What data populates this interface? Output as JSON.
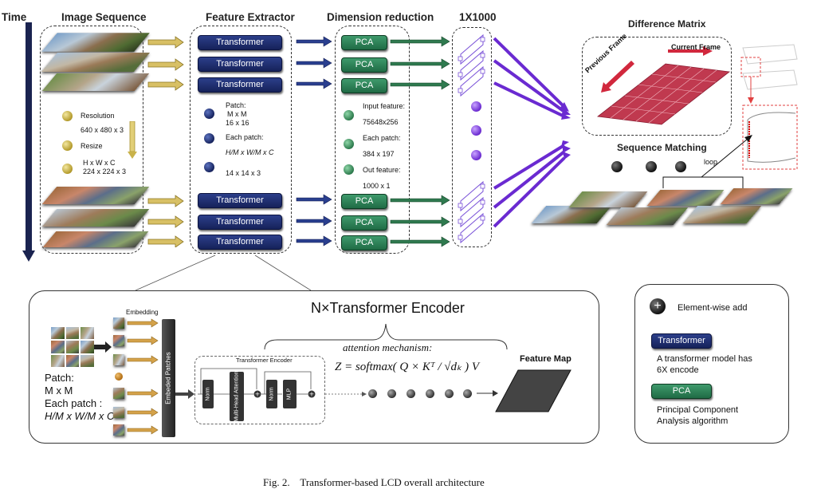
{
  "headers": {
    "time": "Time",
    "image_sequence": "Image Sequence",
    "feature_extractor": "Feature Extractor",
    "dimension_reduction": "Dimension reduction",
    "vector": "1X1000",
    "difference_matrix": "Difference Matrix",
    "sequence_matching": "Sequence Matching"
  },
  "image_seq": {
    "resolution_label": "Resolution",
    "resolution_value": "640 x 480 x 3",
    "resize_label": "Resize",
    "resize_formula": "H  x  W  x C",
    "resize_value": "224 x 224 x 3"
  },
  "extractor": {
    "block_label": "Transformer",
    "patch_label": "Patch:",
    "patch_formula": "M  x  M",
    "patch_value": "16 x 16",
    "each_patch_label": "Each patch:",
    "each_patch_formula": "H/M  x  W/M  x C",
    "each_patch_value": "14 x 14 x 3"
  },
  "reduction": {
    "block_label": "PCA",
    "input_label": "Input feature:",
    "input_value": "75648x256",
    "each_patch_label": "Each patch:",
    "each_patch_value": "384 x 197",
    "out_label": "Out feature:",
    "out_value": "1000 x 1"
  },
  "matrix": {
    "previous_frame": "Previous Frame",
    "current_frame": "Current Frame"
  },
  "matching": {
    "loop_label": "loop"
  },
  "encoder": {
    "title": "N×Transformer Encoder",
    "embedding_label": "Embedding",
    "patch_label": "Patch:",
    "patch_formula": "M  x  M",
    "each_patch_label": "Each patch :",
    "each_patch_formula": "H/M  x  W/M  x C",
    "embedded_patches": "Embeded Patches",
    "transformer_encoder": "Transformer Encoder",
    "norm": "Norm",
    "mha": "Multi-Head Attention",
    "mlp": "MLP",
    "attention_label": "attention mechanism:",
    "attention_formula": "Z = softmax( Q × Kᵀ / √dₖ ) V",
    "feature_map": "Feature Map"
  },
  "legend": {
    "add_symbol": "+",
    "add_label": "Element-wise add",
    "transformer_label": "Transformer",
    "transformer_desc_1": "A transformer model has",
    "transformer_desc_2": "6X encode",
    "pca_label": "PCA",
    "pca_desc_1": "Principal Component",
    "pca_desc_2": "Analysis algorithm"
  },
  "caption": "Fig. 2.    Transformer-based LCD overall architecture",
  "colors": {
    "transformer": "#1c2a6b",
    "pca": "#2f8458",
    "arrow_gold": "#c9b24a",
    "arrow_blue": "#1f3380",
    "arrow_green": "#2f7a4f",
    "arrow_purple": "#6a2ad1",
    "matrix": "#c0394f"
  }
}
